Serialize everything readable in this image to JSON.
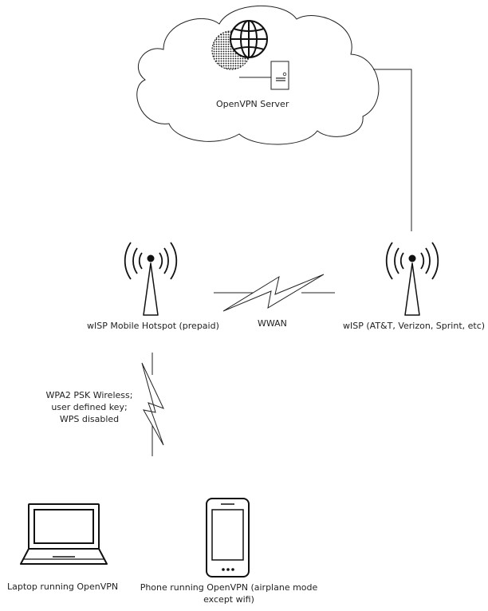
{
  "nodes": {
    "server": {
      "label": "OpenVPN Server",
      "icon": "globe-server-icon"
    },
    "hotspot": {
      "label": "wISP Mobile Hotspot (prepaid)",
      "icon": "antenna-tower-icon"
    },
    "wisp": {
      "label": "wISP (AT&T, Verizon, Sprint, etc)",
      "icon": "antenna-tower-icon"
    },
    "laptop": {
      "label": "Laptop running OpenVPN",
      "icon": "laptop-icon"
    },
    "phone": {
      "label_line1": "Phone running OpenVPN (airplane mode",
      "label_line2": "except wifi)",
      "icon": "smartphone-icon"
    }
  },
  "links": {
    "wwan": {
      "label": "WWAN"
    },
    "wifi": {
      "line1": "WPA2 PSK Wireless;",
      "line2": "user defined key;",
      "line3": "WPS disabled"
    }
  }
}
